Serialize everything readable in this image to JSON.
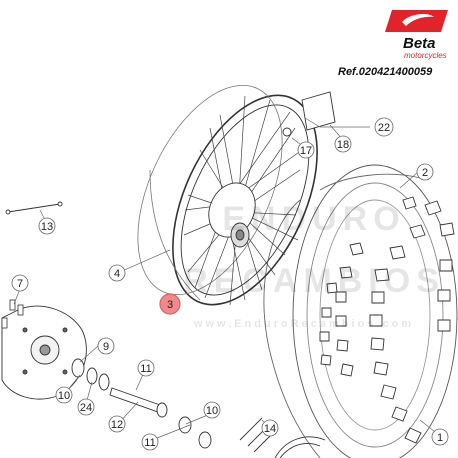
{
  "brand": {
    "name": "Beta",
    "tagline": "motorcycles",
    "color": "#e2232a"
  },
  "reference": "Ref.020421400059",
  "watermark": {
    "top": "ENDURO",
    "middle": "RECAMBIOS",
    "url": "www.EnduroRecambios.com"
  },
  "callouts": {
    "c1": "1",
    "c2": "2",
    "c3": "3",
    "c4": "4",
    "c7": "7",
    "c9": "9",
    "c10a": "10",
    "c10b": "10",
    "c11a": "11",
    "c11b": "11",
    "c12": "12",
    "c13": "13",
    "c14": "14",
    "c17": "17",
    "c18": "18",
    "c22": "22",
    "c24": "24"
  },
  "highlighted_callout": {
    "number": "3",
    "color": "#f08a8a"
  }
}
